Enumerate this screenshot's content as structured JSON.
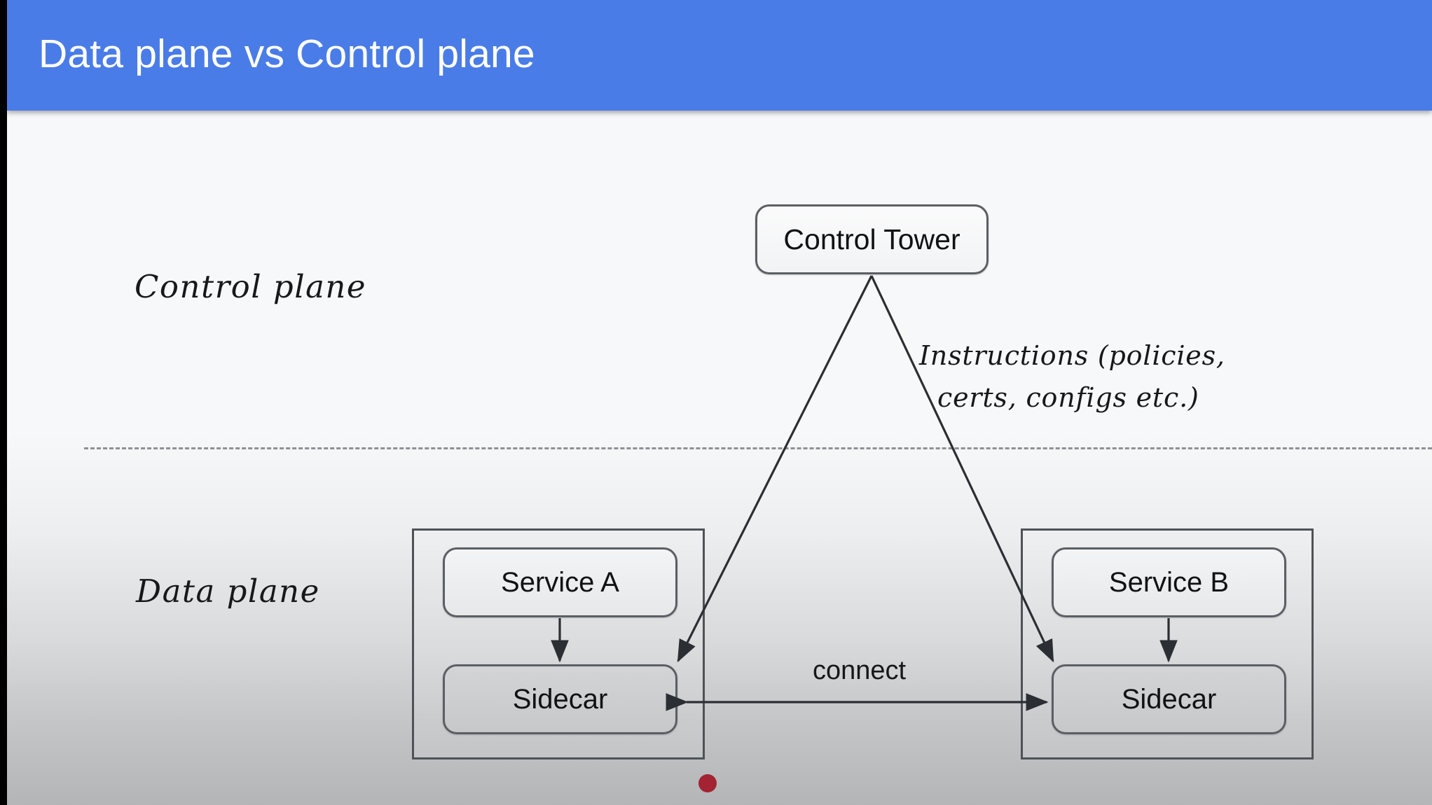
{
  "slide": {
    "title": "Data plane vs Control plane",
    "title_bar_color": "#4a7ce8",
    "title_text_color": "#ffffff",
    "background_top_color": "#f7f8f9",
    "background_bottom_color": "#b3b5b7"
  },
  "labels": {
    "control_plane": "Control plane",
    "data_plane": "Data plane"
  },
  "annotations": {
    "instructions_line1": "Instructions (policies,",
    "instructions_line2": "certs, configs etc.)",
    "connect": "connect"
  },
  "nodes": {
    "control_tower": "Control Tower",
    "service_a": "Service A",
    "service_b": "Service B",
    "sidecar_a": "Sidecar",
    "sidecar_b": "Sidecar"
  },
  "divider": {
    "style": "dashed",
    "color": "#8d9196"
  },
  "indicators": {
    "record_dot_color": "#a32332"
  },
  "icons": {
    "record_dot": "record-dot-icon",
    "arrow_head": "arrow-head-icon"
  }
}
